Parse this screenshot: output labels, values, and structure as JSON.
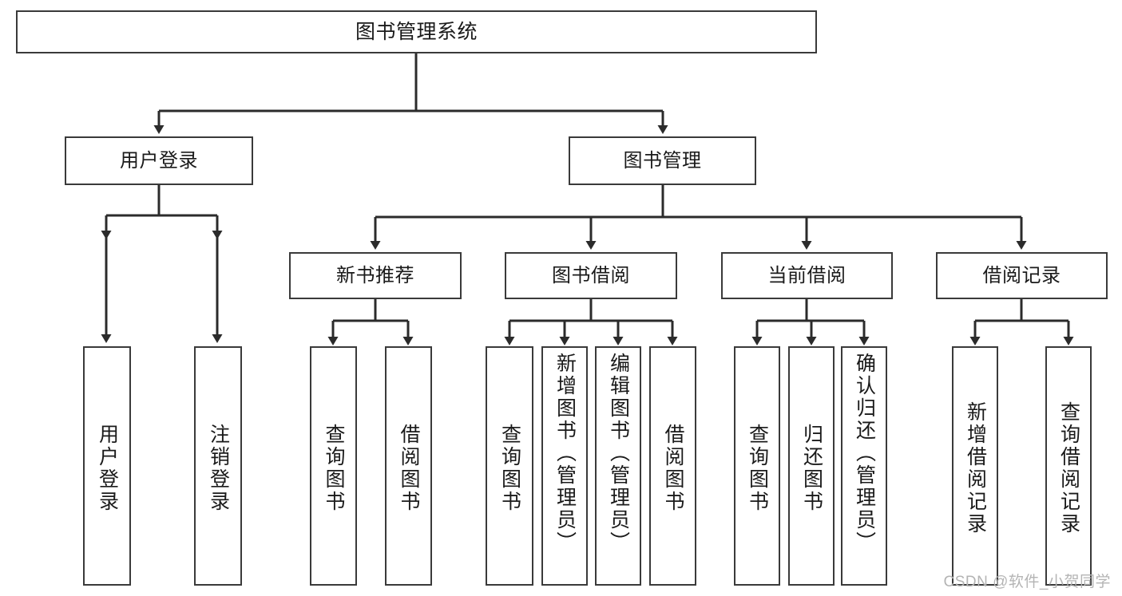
{
  "diagram": {
    "title": "图书管理系统",
    "type": "tree-hierarchy-diagram",
    "watermark": "CSDN @软件_小贺同学",
    "colors": {
      "box_border": "#3a3a3a",
      "box_fill": "#ffffff",
      "edge": "#2b2b2b",
      "text": "#1a1a1a",
      "watermark": "#b4b4b4"
    },
    "nodes": {
      "root": {
        "label": "图书管理系统"
      },
      "level2": [
        {
          "id": "user-login",
          "label": "用户登录"
        },
        {
          "id": "book-manage",
          "label": "图书管理"
        }
      ],
      "level3": [
        {
          "id": "new-book-recommend",
          "label": "新书推荐"
        },
        {
          "id": "book-borrow",
          "label": "图书借阅"
        },
        {
          "id": "current-borrow",
          "label": "当前借阅"
        },
        {
          "id": "borrow-record",
          "label": "借阅记录"
        }
      ],
      "leaves": [
        {
          "id": "leaf-user-login",
          "label": "用户登录"
        },
        {
          "id": "leaf-logout-login",
          "label": "注销登录"
        },
        {
          "id": "leaf-query-book-1",
          "label": "查询图书"
        },
        {
          "id": "leaf-borrow-book-1",
          "label": "借阅图书"
        },
        {
          "id": "leaf-query-book-2",
          "label": "查询图书"
        },
        {
          "id": "leaf-add-book",
          "label": "新增图书（管理员）"
        },
        {
          "id": "leaf-edit-book",
          "label": "编辑图书（管理员）"
        },
        {
          "id": "leaf-borrow-book-2",
          "label": "借阅图书"
        },
        {
          "id": "leaf-query-book-3",
          "label": "查询图书"
        },
        {
          "id": "leaf-return-book",
          "label": "归还图书"
        },
        {
          "id": "leaf-confirm-return",
          "label": "确认归还（管理员）"
        },
        {
          "id": "leaf-add-borrow-record",
          "label": "新增借阅记录"
        },
        {
          "id": "leaf-query-borrow-record",
          "label": "查询借阅记录"
        }
      ]
    }
  }
}
